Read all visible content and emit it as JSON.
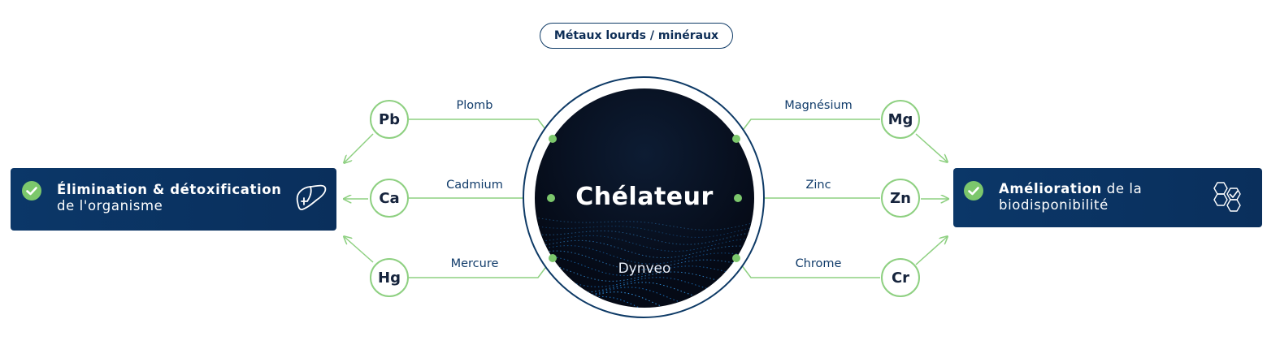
{
  "header": {
    "category_label": "Métaux lourds / minéraux"
  },
  "center": {
    "title": "Chélateur",
    "brand": "Dynveo"
  },
  "heavy_metals": [
    {
      "symbol": "Pb",
      "name": "Plomb"
    },
    {
      "symbol": "Ca",
      "name": "Cadmium"
    },
    {
      "symbol": "Hg",
      "name": "Mercure"
    }
  ],
  "minerals": [
    {
      "symbol": "Mg",
      "name": "Magnésium"
    },
    {
      "symbol": "Zn",
      "name": "Zinc"
    },
    {
      "symbol": "Cr",
      "name": "Chrome"
    }
  ],
  "left_card": {
    "bold_text": "Élimination & détoxification",
    "text": "de l'organisme",
    "icon": "liver-icon"
  },
  "right_card": {
    "bold_text": "Amélioration",
    "text_1": "de la",
    "text_2": "biodisponibilité",
    "icon": "molecule-check-icon"
  },
  "colors": {
    "navy": "#0b3768",
    "green": "#8ed081",
    "check_green": "#7cc76c",
    "text_navy": "#103b6a"
  }
}
